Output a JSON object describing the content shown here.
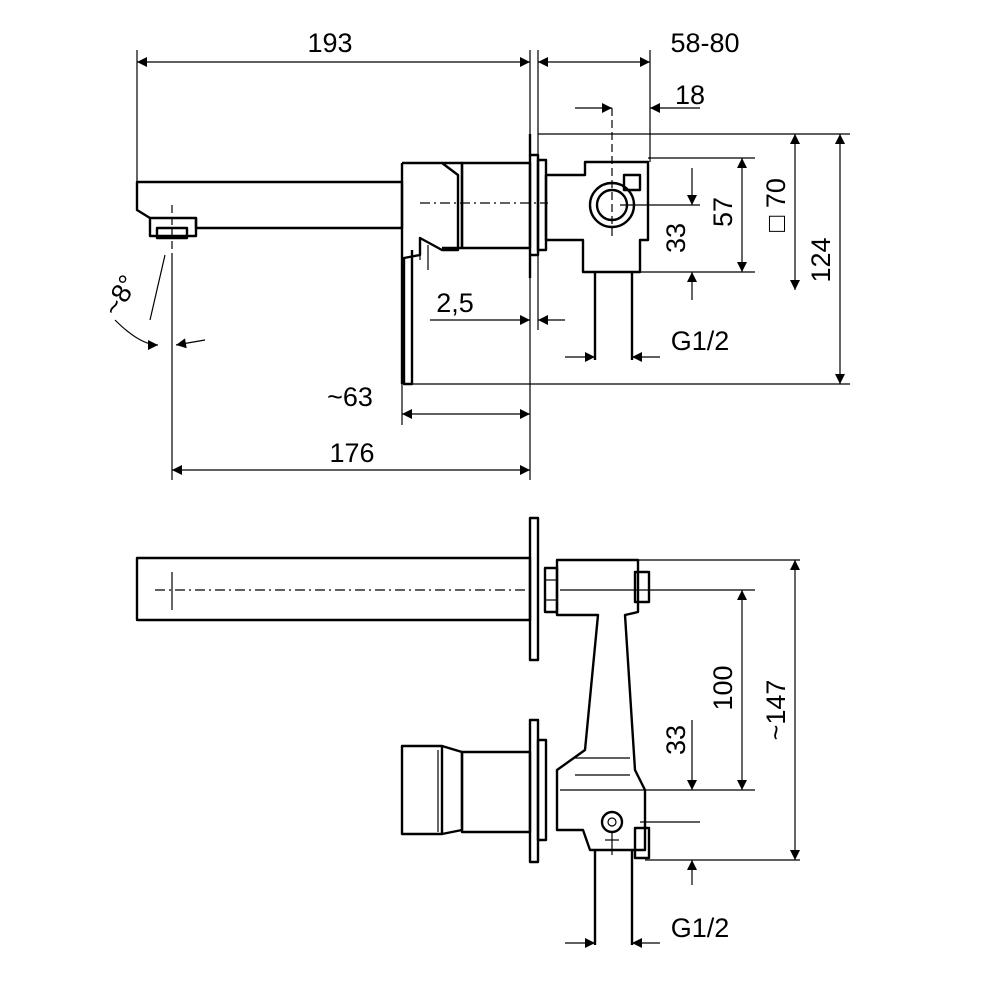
{
  "top_view": {
    "dims": {
      "spout_length": "193",
      "wall_depth": "58-80",
      "body_offset": "18",
      "angle": "~8°",
      "plate_thickness": "2,5",
      "spout_projection": "~63",
      "total_depth": "176",
      "center_height": "33",
      "body_height": "57",
      "square_size": "□ 70",
      "overall_height": "124",
      "thread": "G1/2"
    }
  },
  "front_view": {
    "dims": {
      "center_distance": "100",
      "overall_width": "~147",
      "center_offset": "33",
      "thread": "G1/2"
    }
  }
}
